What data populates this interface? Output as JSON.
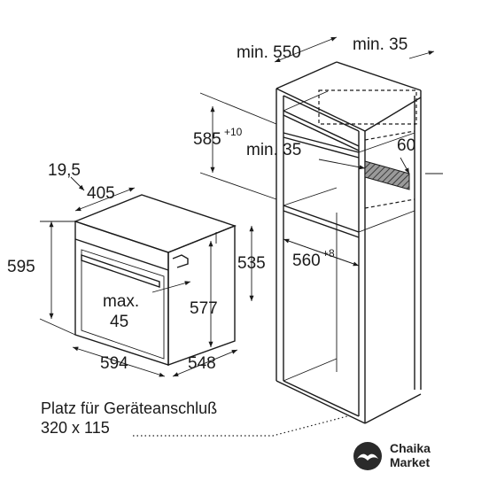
{
  "dimensions": {
    "cab_width": "min. 550",
    "cab_depth_gap": "min. 35",
    "niche_height": "585",
    "niche_height_tol": "+10",
    "vent_gap": "min. 35",
    "vent_depth": "60",
    "niche_width": "560",
    "niche_width_tol": "+8",
    "oven_front_thickness": "19,5",
    "oven_top_depth": "405",
    "oven_height": "595",
    "oven_inner_height": "535",
    "handle_max": "max.",
    "handle_max_value": "45",
    "oven_body_height": "577",
    "oven_width": "594",
    "oven_depth": "548"
  },
  "note": {
    "line1": "Platz für Geräteanschluß",
    "line2": "320 x 115"
  },
  "logo": {
    "line1": "Chaika",
    "line2": "Market"
  }
}
